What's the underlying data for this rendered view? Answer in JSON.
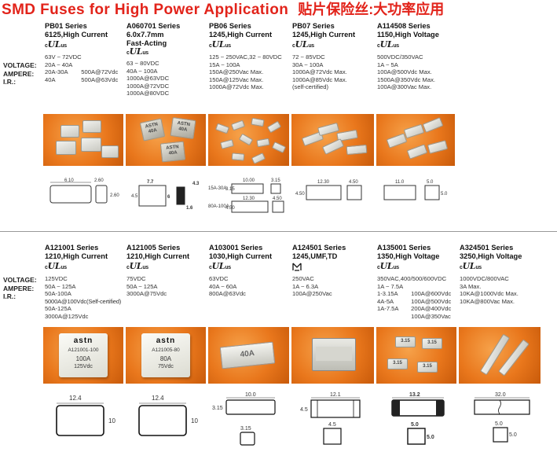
{
  "title": {
    "en": "SMD Fuses for High Power Application",
    "cn": "贴片保险丝:大功率应用"
  },
  "labels": {
    "voltage": "VOLTAGE:",
    "ampere": "AMPERE:",
    "ir": "I.R.:"
  },
  "ul_mark": {
    "c": "c",
    "symbol": "UL",
    "us": "us"
  },
  "row1": [
    {
      "series": "PB01 Series",
      "desc": "6125,High Current",
      "voltage": "63V ~ 72VDC",
      "ampere": "20A ~ 40A",
      "ir": [
        [
          "20A-30A",
          "500A@72Vdc"
        ],
        [
          "40A",
          "500A@63Vdc"
        ]
      ],
      "dims": {
        "a": "6.10",
        "b": "2.60",
        "c": "2.60"
      }
    },
    {
      "series": "A060701 Series",
      "desc": "6.0x7.7mm",
      "desc2": "Fast-Acting",
      "voltage": "63 ~ 80VDC",
      "ampere": "40A ~ 100A",
      "ir": [
        "1000A@63VDC",
        "1000A@72VDC",
        "1000A@80VDC"
      ],
      "chip_text": [
        "ASTN",
        "40A"
      ],
      "dims": {
        "a": "7.7",
        "b": "6",
        "c": "4.3",
        "d": "1.6",
        "e": "4.5"
      }
    },
    {
      "series": "PB06 Series",
      "desc": "1245,High Current",
      "voltage": "125 ~ 250VAC,32 ~ 80VDC",
      "ampere": "15A ~ 100A",
      "ir": [
        "150A@250Vac Max.",
        "150A@125Vac Max.",
        "1000A@72Vdc Max."
      ],
      "dims": {
        "a": "10.00",
        "b": "3.15",
        "c": "12.30",
        "d": "4.50",
        "r1": "15A-30A",
        "r2": "80A-100A"
      }
    },
    {
      "series": "PB07 Series",
      "desc": "1245,High Current",
      "voltage": "72 ~ 85VDC",
      "ampere": "30A ~ 100A",
      "ir": [
        "1000A@72Vdc Max.",
        "1000A@85Vdc Max.",
        "(self-certified)"
      ],
      "dims": {
        "a": "12.30",
        "b": "4.50"
      }
    },
    {
      "series": "A114508 Series",
      "desc": "1150,High Voltage",
      "voltage": "500VDC/350VAC",
      "ampere": "1A ~ 5A",
      "ir": [
        "100A@500Vdc Max.",
        "1500A@350Vdc Max.",
        "100A@300Vac Max."
      ],
      "dims": {
        "a": "11.0",
        "b": "5.0",
        "c": "5.0"
      }
    }
  ],
  "row2": [
    {
      "series": "A121001 Series",
      "desc": "1210,High Current",
      "voltage": "125VDC",
      "ampere": "50A ~ 125A",
      "ir": [
        "50A-100A",
        "5000A@100Vdc(Self-certified)",
        "50A-125A",
        "3000A@125Vdc"
      ],
      "chip_text": [
        "astn",
        "A121001-100",
        "100A",
        "125Vdc"
      ],
      "dims": {
        "a": "12.4",
        "b": "10"
      }
    },
    {
      "series": "A121005 Series",
      "desc": "1210,High Current",
      "voltage": "75VDC",
      "ampere": "50A ~ 125A",
      "ir": [
        "3000A@75Vdc"
      ],
      "chip_text": [
        "astn",
        "A121005-80",
        "80A",
        "75Vdc"
      ],
      "dims": {
        "a": "12.4",
        "b": "10"
      }
    },
    {
      "series": "A103001 Series",
      "desc": "1030,High Current",
      "voltage": "63VDC",
      "ampere": "40A ~ 60A",
      "ir": [
        "800A@63Vdc"
      ],
      "chip_text": [
        "40A"
      ],
      "dims": {
        "a": "10.0",
        "b": "3.15",
        "c": "3.15"
      }
    },
    {
      "series": "A124501 Series",
      "desc": "1245,UMF,TD",
      "voltage": "250VAC",
      "ampere": "1A ~ 6.3A",
      "ir": [
        "100A@250Vac"
      ],
      "dims": {
        "a": "12.1",
        "b": "4.5",
        "c": "4.5"
      }
    },
    {
      "series": "A135001 Series",
      "desc": "1350,High Voltage",
      "voltage": "350VAC,400/500/600VDC",
      "ampere": "1A ~ 7.5A",
      "ir": [
        [
          "1-3.15A",
          "100A@600Vdc"
        ],
        [
          "4A-5A",
          "100A@500Vdc"
        ],
        [
          "1A-7.5A",
          "200A@400Vdc"
        ],
        [
          "",
          "100A@350Vac"
        ]
      ],
      "chip_text": [
        "3.15"
      ],
      "dims": {
        "a": "13.2",
        "b": "5.0",
        "c": "5.0"
      }
    },
    {
      "series": "A324501 Series",
      "desc": "3250,High Voltage",
      "voltage": "1000VDC/800VAC",
      "ampere": "3A Max.",
      "ir": [
        "10KA@1000Vdc Max.",
        "10KA@800Vac Max."
      ],
      "dims": {
        "a": "32.0",
        "b": "5.0",
        "c": "5.0"
      }
    }
  ]
}
